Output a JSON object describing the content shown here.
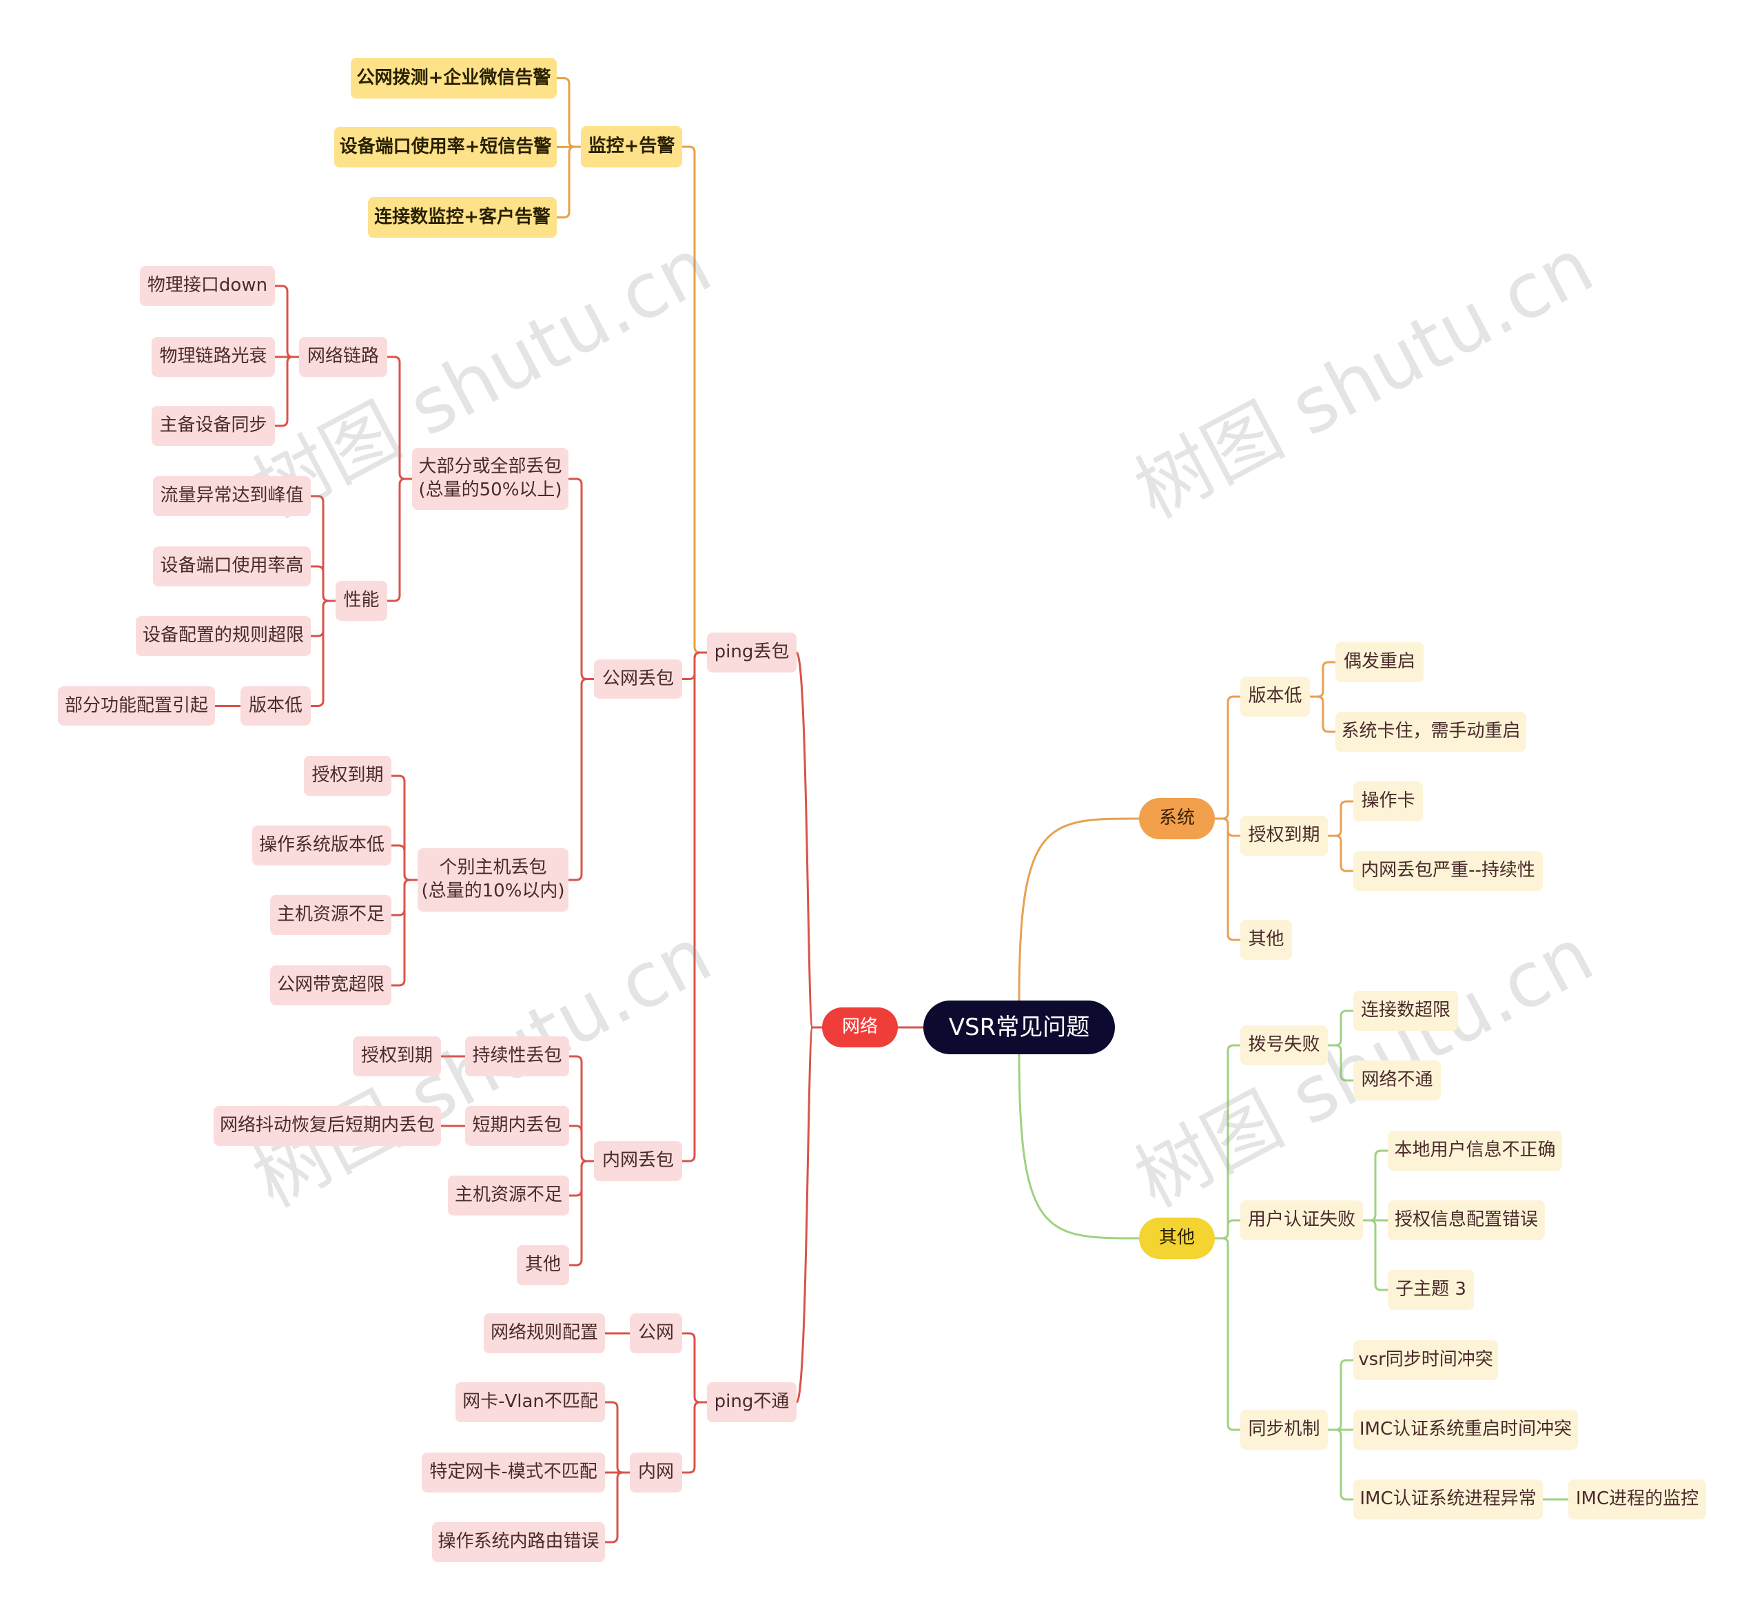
{
  "watermark": "树图 shutu.cn",
  "colors": {
    "red_branch": "#d9534a",
    "orange_branch": "#e8a050",
    "green_branch": "#9fd17f",
    "orange_dark": "#e8a040"
  },
  "nodes": {
    "root": "VSR常见问题",
    "net": "网络",
    "ping_loss": "ping丢包",
    "monitor": "监控+告警",
    "m1": "公网拨测+企业微信告警",
    "m2": "设备端口使用率+短信告警",
    "m3": "连接数监控+客户告警",
    "public_loss": "公网丢包",
    "most_loss": "大部分或全部丢包\n(总量的50%以上)",
    "link": "网络链路",
    "l1": "物理接口down",
    "l2": "物理链路光衰",
    "l3": "主备设备同步",
    "perf": "性能",
    "p1": "流量异常达到峰值",
    "p2": "设备端口使用率高",
    "p3": "设备配置的规则超限",
    "ver_low": "版本低",
    "ver_low_c": "部分功能配置引起",
    "some_loss": "个别主机丢包\n(总量的10%以内)",
    "s1": "授权到期",
    "s2": "操作系统版本低",
    "s3": "主机资源不足",
    "s4": "公网带宽超限",
    "intra_loss": "内网丢包",
    "persist": "持续性丢包",
    "persist_c": "授权到期",
    "short": "短期内丢包",
    "short_c": "网络抖动恢复后短期内丢包",
    "host_res": "主机资源不足",
    "other_loss": "其他",
    "ping_fail": "ping不通",
    "pub": "公网",
    "pub_c": "网络规则配置",
    "intra": "内网",
    "i1": "网卡-Vlan不匹配",
    "i2": "特定网卡-模式不匹配",
    "i3": "操作系统内路由错误",
    "sys": "系统",
    "sys_ver": "版本低",
    "sv1": "偶发重启",
    "sv2": "系统卡住，需手动重启",
    "sys_auth": "授权到期",
    "sa1": "操作卡",
    "sa2": "内网丢包严重--持续性",
    "sys_other": "其他",
    "other": "其他",
    "dial": "拨号失败",
    "d1": "连接数超限",
    "d2": "网络不通",
    "auth_fail": "用户认证失败",
    "af1": "本地用户信息不正确",
    "af2": "授权信息配置错误",
    "af3": "子主题 3",
    "sync": "同步机制",
    "sy1": "vsr同步时间冲突",
    "sy2": "IMC认证系统重启时间冲突",
    "sy3": "IMC认证系统进程异常",
    "sy3c": "IMC进程的监控"
  }
}
